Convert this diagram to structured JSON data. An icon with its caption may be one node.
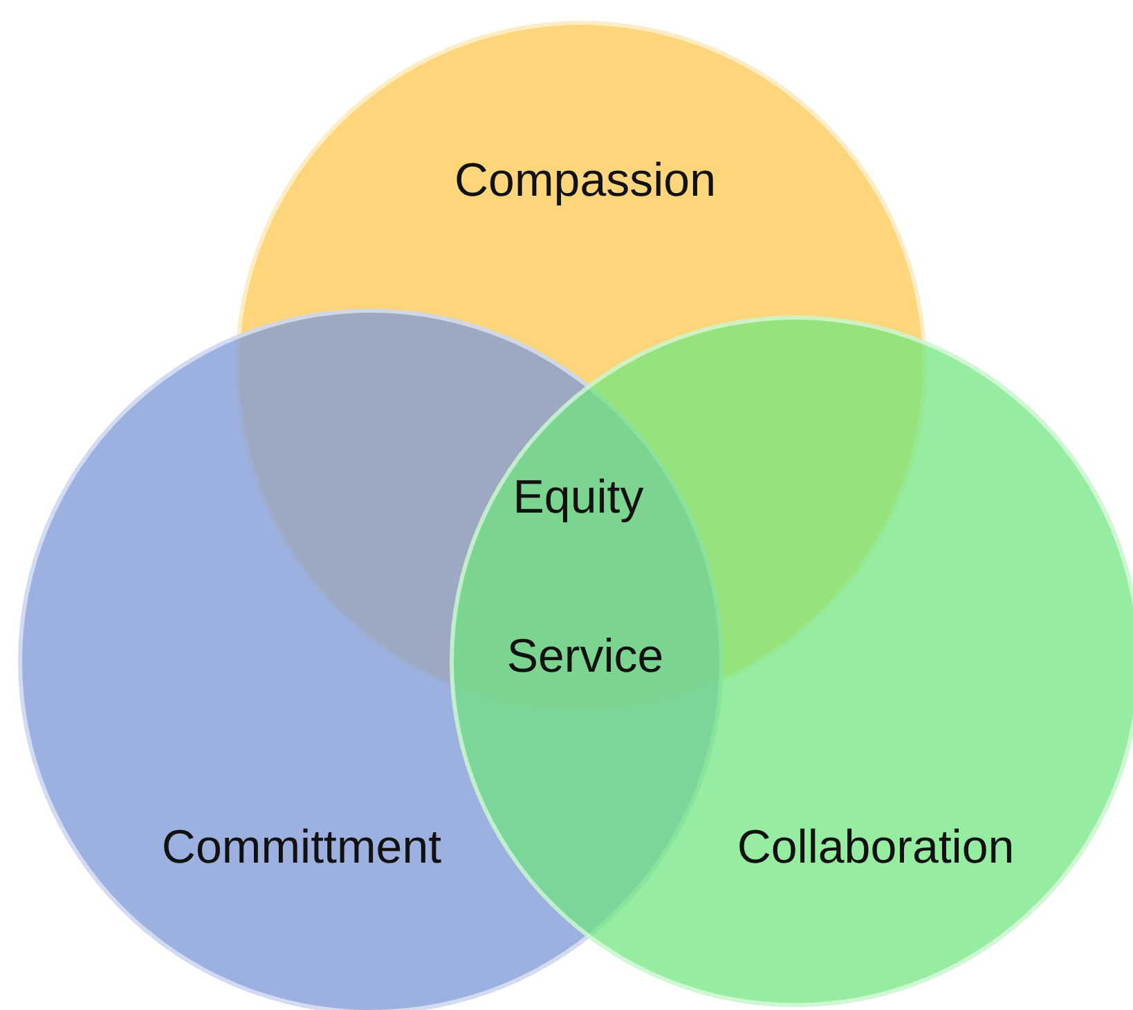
{
  "diagram": {
    "nodes": [
      {
        "text": [
          "Compassion"
        ]
      },
      {
        "text": [
          "Committment"
        ]
      },
      {
        "text": [
          "Collaboration"
        ]
      }
    ],
    "labels": [
      "Equity",
      "Service"
    ]
  }
}
